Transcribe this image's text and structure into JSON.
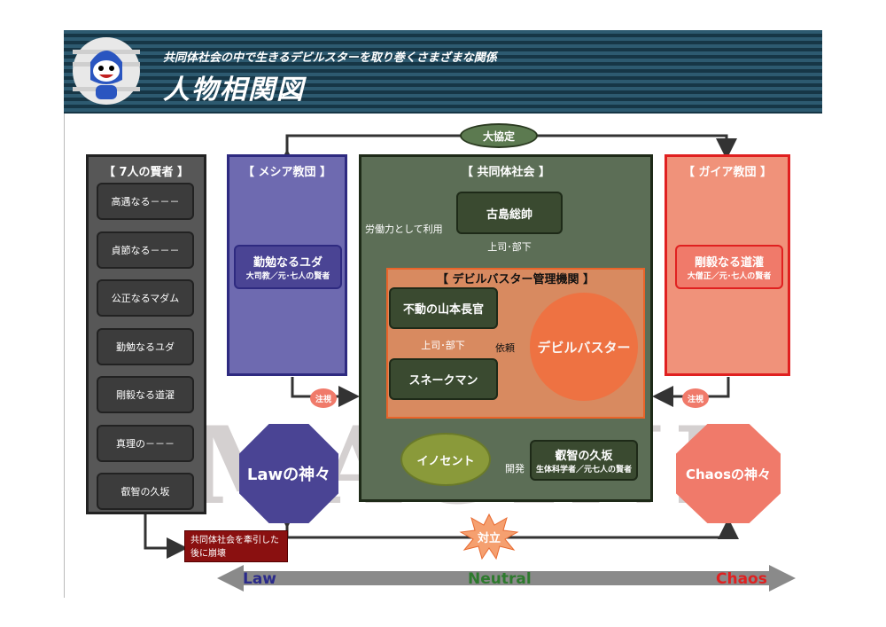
{
  "header": {
    "subtitle": "共同体社会の中で生きるデビルスターを取り巻くさまざまな関係",
    "title": "人物相関図"
  },
  "sages": {
    "title": "【 7人の賢者 】",
    "items": [
      "高遇なる－－－",
      "貞節なる－－－",
      "公正なるマダム",
      "勤勉なるユダ",
      "剛毅なる道濯",
      "真理の－－－",
      "叡智の久坂"
    ]
  },
  "messiah": {
    "title": "【 メシア教団 】",
    "node_name": "勤勉なるユダ",
    "node_sub": "大司教／元･七人の賢者"
  },
  "community": {
    "title": "【 共同体社会 】",
    "leader": "古島総帥",
    "labor_label": "労働力として利用",
    "boss_label": "上司･部下",
    "agency_title": "【 デビルバスター管理機関 】",
    "chief": "不動の山本長官",
    "snake": "スネークマン",
    "sub_boss_label": "上司･部下",
    "request_label": "依頼",
    "devilbuster": "デビルバスター",
    "innocent": "イノセント",
    "develop_label": "開発",
    "kusaka_name": "叡智の久坂",
    "kusaka_sub": "生体科学者／元七人の賢者"
  },
  "gaia": {
    "title": "【 ガイア教団 】",
    "node_name": "剛毅なる道灌",
    "node_sub": "大僧正／元･七人の賢者"
  },
  "alliance": "大協定",
  "watch_left": "注視",
  "watch_right": "注視",
  "collapse_note": "共同体社会を牽引した後に崩壊",
  "law_gods": "Lawの神々",
  "chaos_gods": "Chaosの神々",
  "conflict": "対立",
  "watermark": "IMAGINE",
  "axis": {
    "law": "Law",
    "neutral": "Neutral",
    "chaos": "Chaos",
    "law_color": "#2a2a8a",
    "neutral_color": "#2d7a2d",
    "chaos_color": "#e02020"
  }
}
